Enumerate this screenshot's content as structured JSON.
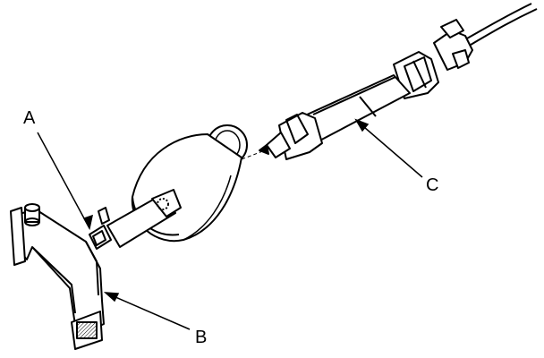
{
  "labels": {
    "a": "A",
    "b": "B",
    "c": "C"
  },
  "colors": {
    "line": "#000000",
    "paper": "#ffffff",
    "shade": "#000000"
  }
}
